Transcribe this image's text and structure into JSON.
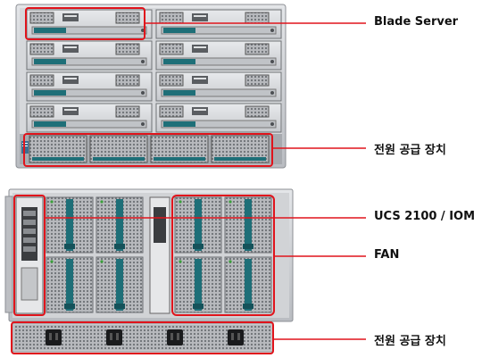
{
  "labels": {
    "blade_server": "Blade Server",
    "psu_front": "전원 공급 장치",
    "ucs_iom": "UCS 2100 / IOM",
    "fan": "FAN",
    "psu_rear": "전원 공급 장치"
  },
  "colors": {
    "callout": "#e0141c",
    "chassis": "#c9ccd1",
    "teal": "#1e6f78"
  }
}
